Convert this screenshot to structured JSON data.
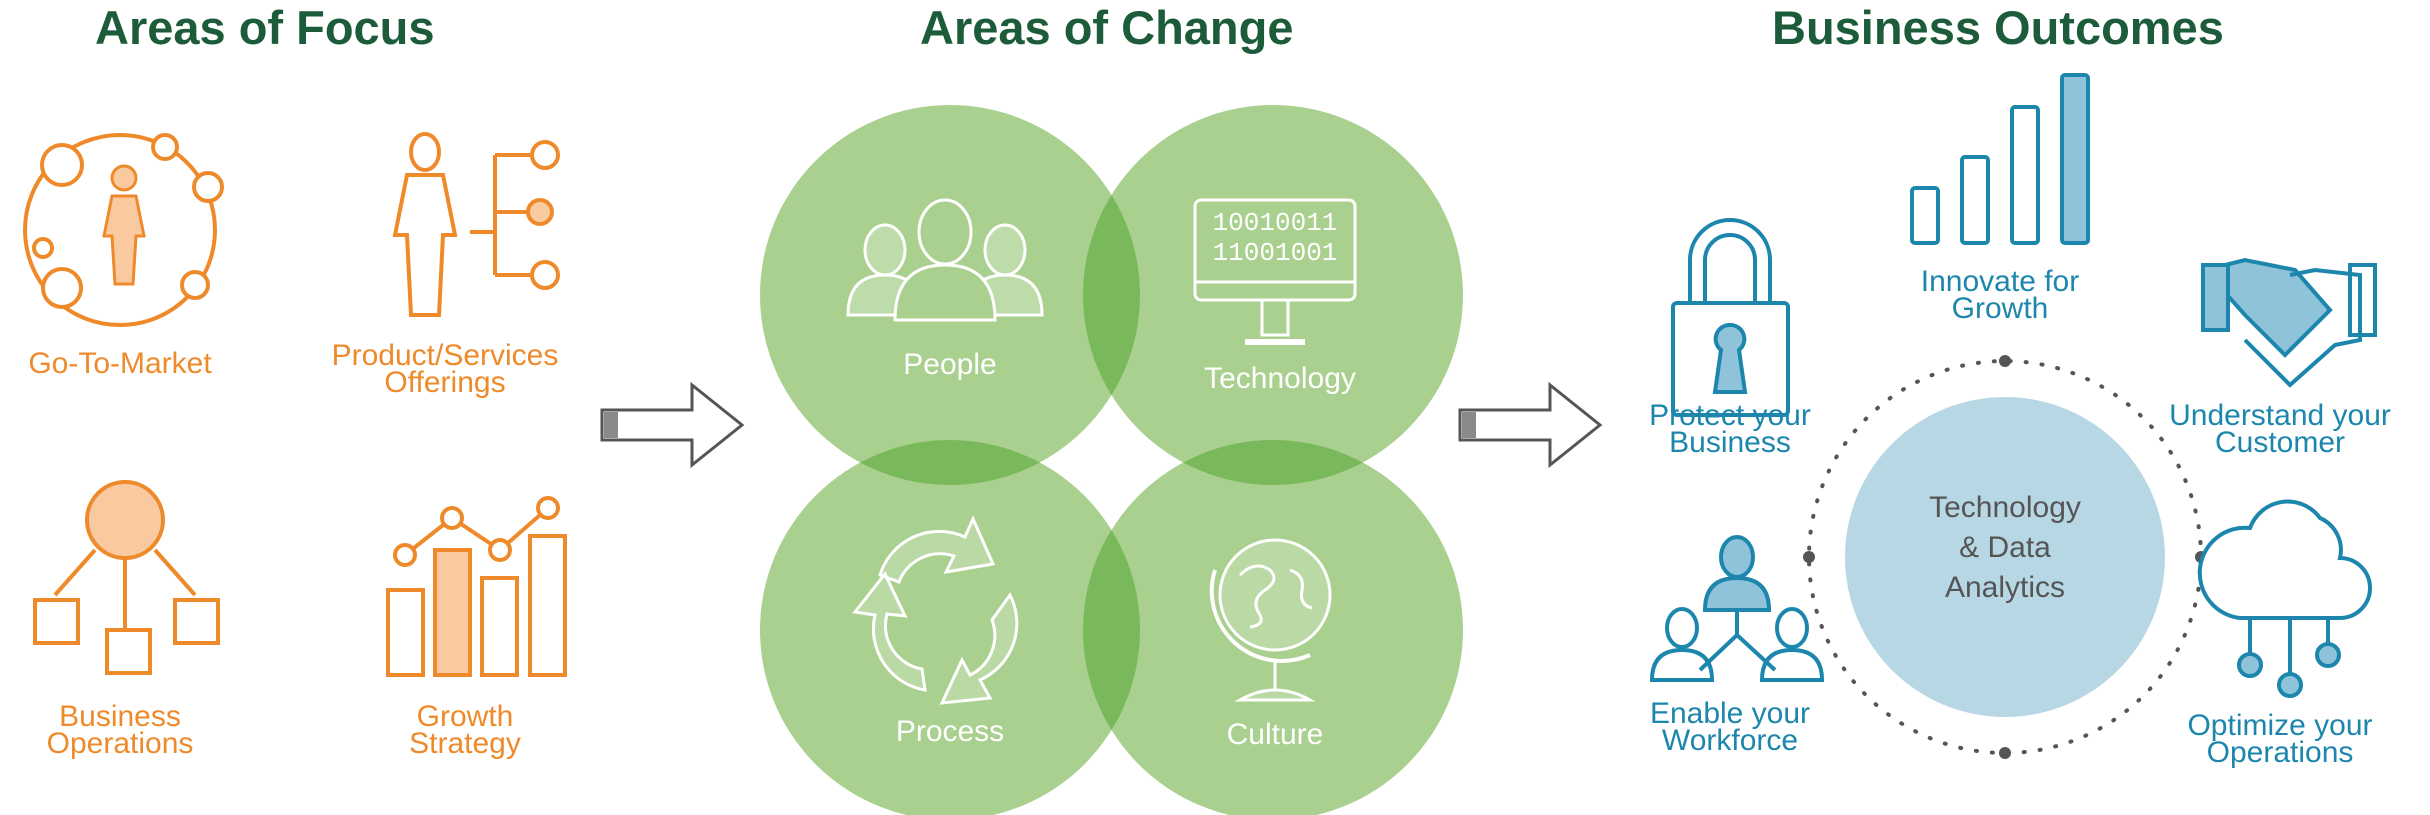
{
  "titles": {
    "focus": "Areas of Focus",
    "change": "Areas of Change",
    "outcomes": "Business Outcomes"
  },
  "focus": {
    "go_to_market": "Go-To-Market",
    "product_line1": "Product/Services",
    "product_line2": "Offerings",
    "business_line1": "Business",
    "business_line2": "Operations",
    "growth_line1": "Growth",
    "growth_line2": "Strategy"
  },
  "change": {
    "people": "People",
    "technology": "Technology",
    "process": "Process",
    "culture": "Culture",
    "binary_line1": "10010011",
    "binary_line2": "11001001"
  },
  "outcomes": {
    "innovate_line1": "Innovate for",
    "innovate_line2": "Growth",
    "protect_line1": "Protect your",
    "protect_line2": "Business",
    "understand_line1": "Understand your",
    "understand_line2": "Customer",
    "enable_line1": "Enable your",
    "enable_line2": "Workforce",
    "optimize_line1": "Optimize your",
    "optimize_line2": "Operations",
    "center_line1": "Technology",
    "center_line2": "& Data",
    "center_line3": "Analytics"
  },
  "colors": {
    "title_green": "#1d5c3a",
    "orange": "#ef8a2b",
    "orange_fill": "#f9c9a0",
    "circle_green": "#a9d08e",
    "overlap_green": "#7ab95b",
    "blue": "#1c86ad",
    "blue_fill": "#8fc3da",
    "center_fill": "#b7d7e4"
  }
}
